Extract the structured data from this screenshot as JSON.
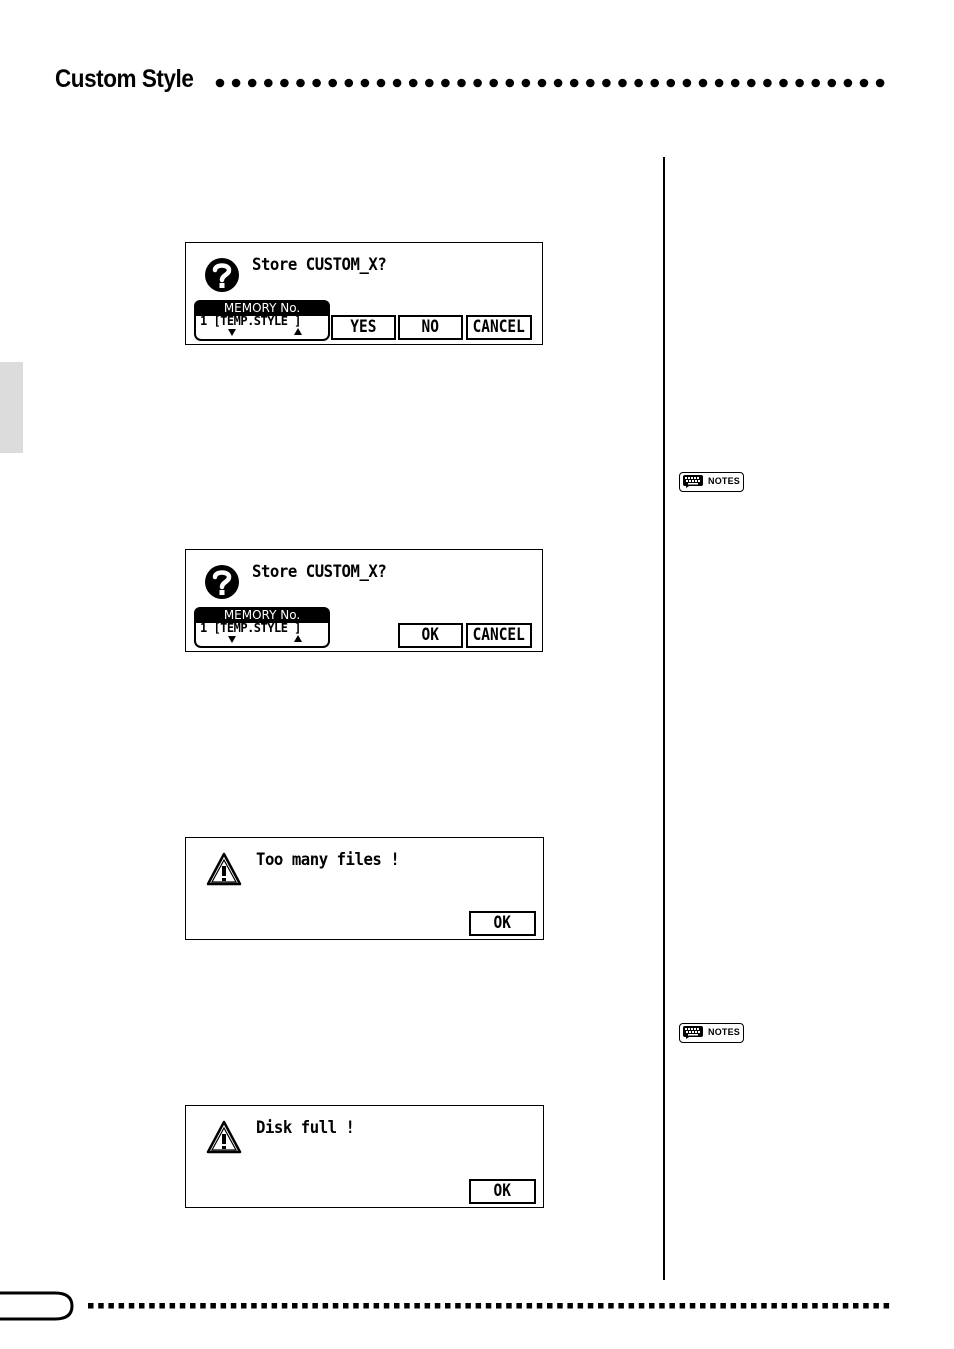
{
  "header": {
    "title": "Custom Style"
  },
  "dialog1": {
    "message": "Store CUSTOM_X?",
    "memory_label": "MEMORY No.",
    "memory_value": "1 [TEMP.STYLE    ]",
    "buttons": {
      "yes": "YES",
      "no": "NO",
      "cancel": "CANCEL"
    }
  },
  "dialog2": {
    "message": "Store CUSTOM_X?",
    "memory_label": "MEMORY No.",
    "memory_value": "1 [TEMP.STYLE    ]",
    "buttons": {
      "ok": "OK",
      "cancel": "CANCEL"
    }
  },
  "dialog3": {
    "message": "Too many files !",
    "buttons": {
      "ok": "OK"
    }
  },
  "dialog4": {
    "message": "Disk full !",
    "buttons": {
      "ok": "OK"
    }
  },
  "notes": {
    "label": "NOTES"
  },
  "icons": {
    "question": "question-circle-icon",
    "warning": "warning-triangle-icon",
    "notes": "keyboard-speech-icon"
  }
}
